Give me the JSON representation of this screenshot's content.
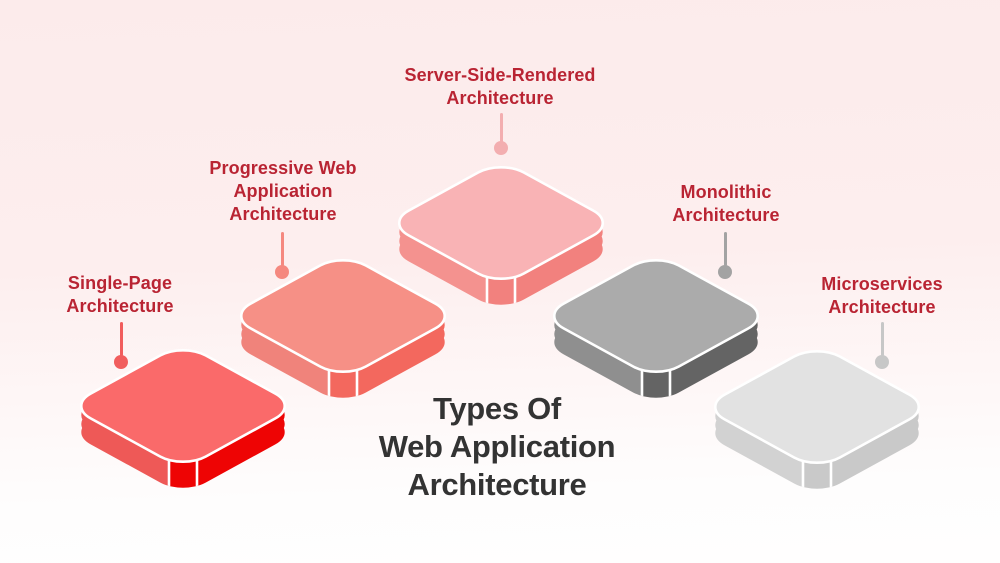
{
  "title": {
    "text": "Types Of\nWeb Application\nArchitecture",
    "color": "#333333"
  },
  "label_color": "#B92433",
  "background": {
    "top": "#FCEBEB",
    "bottom": "#FFFEFE"
  },
  "tiles": [
    {
      "id": "single-page",
      "label": "Single-Page\nArchitecture",
      "colors": {
        "top": "#FA6A6A",
        "left": "#EE5957",
        "right": "#EE0404",
        "connector": "#F15D5D"
      }
    },
    {
      "id": "progressive-web",
      "label": "Progressive Web\nApplication\nArchitecture",
      "colors": {
        "top": "#F69086",
        "left": "#F0837B",
        "right": "#F3685E",
        "connector": "#F5887F"
      }
    },
    {
      "id": "server-side-rendered",
      "label": "Server-Side-Rendered\nArchitecture",
      "colors": {
        "top": "#F9B3B5",
        "left": "#F4928F",
        "right": "#F2817E",
        "connector": "#F3AEB0"
      }
    },
    {
      "id": "monolithic",
      "label": "Monolithic\nArchitecture",
      "colors": {
        "top": "#ABABAB",
        "left": "#8F8F8F",
        "right": "#646464",
        "connector": "#A3A3A3"
      }
    },
    {
      "id": "microservices",
      "label": "Microservices\nArchitecture",
      "colors": {
        "top": "#E2E2E2",
        "left": "#D2D2D2",
        "right": "#C9C9C9",
        "connector": "#C7C7C7"
      }
    }
  ]
}
